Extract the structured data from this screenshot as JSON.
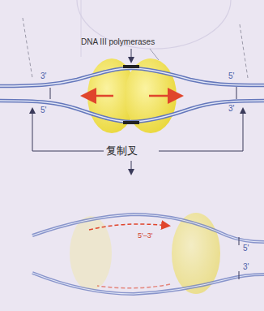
{
  "diagram": {
    "labels": [
      "DNA III polymerases",
      "3'",
      "5'",
      "5'",
      "3'",
      "复制叉",
      "5'–3'",
      "5'",
      "3'"
    ]
  }
}
